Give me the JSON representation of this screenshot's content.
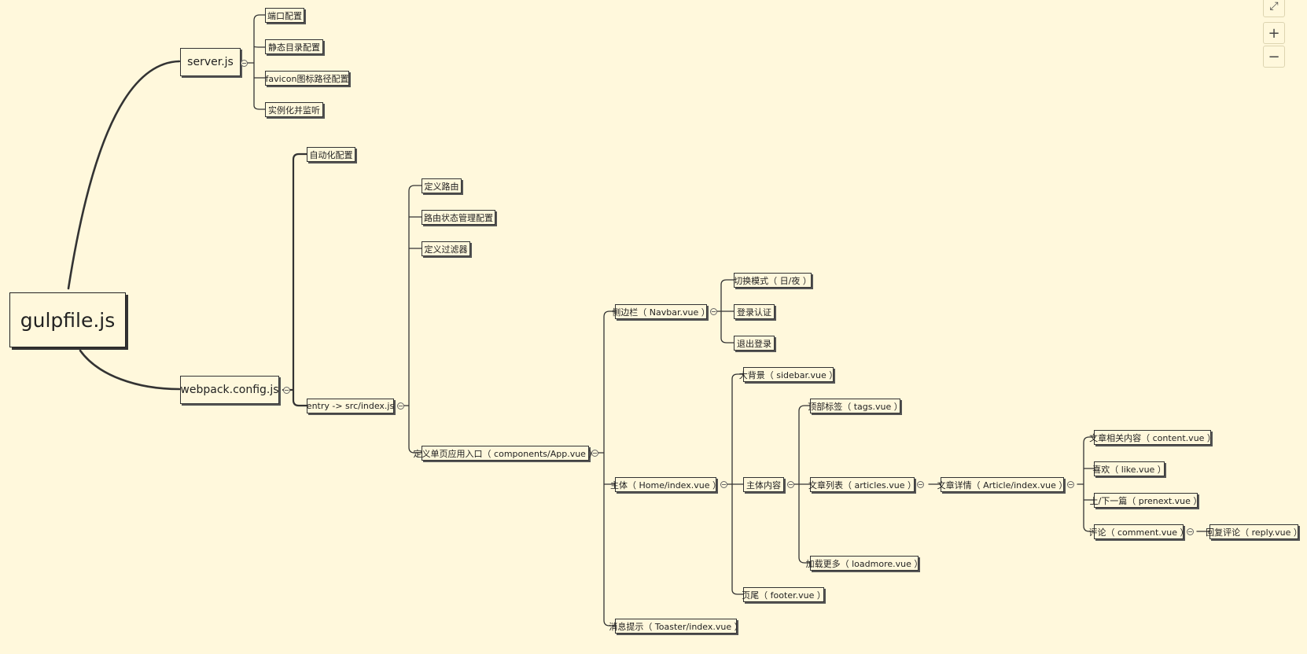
{
  "mindmap": {
    "root": "gulpfile.js",
    "server": {
      "label": "server.js",
      "children": [
        "端口配置",
        "静态目录配置",
        "favicon图标路径配置",
        "实例化并监听"
      ]
    },
    "webpack": {
      "label": "webpack.config.js",
      "auto": "自动化配置",
      "entry": {
        "label": "entry -> src/index.js",
        "route": "定义路由",
        "route_state": "路由状态管理配置",
        "filter": "定义过滤器",
        "app": {
          "label": "定义单页应用入口（ components/App.vue ）",
          "navbar": {
            "label": "侧边栏（ Navbar.vue ）",
            "children": [
              "切换模式（ 日/夜 ）",
              "登录认证",
              "退出登录"
            ]
          },
          "home": {
            "label": "主体（ Home/index.vue ）",
            "sidebar": "大背景（ sidebar.vue ）",
            "main": {
              "label": "主体内容",
              "tags": "顶部标签（ tags.vue ）",
              "articles": {
                "label": "文章列表（ articles.vue ）",
                "article": {
                  "label": "文章详情（ Article/index.vue ）",
                  "content": "文章相关内容（ content.vue ）",
                  "like": "喜欢（ like.vue ）",
                  "prenext": "上/下一篇（ prenext.vue ）",
                  "comment": "评论（ comment.vue ）",
                  "reply": "回复评论（ reply.vue ）"
                }
              },
              "loadmore": "加载更多（ loadmore.vue ）"
            },
            "footer": "页尾（ footer.vue ）"
          },
          "toaster": "消息提示（ Toaster/index.vue ）"
        }
      }
    }
  },
  "controls": {
    "fullscreen": "⤢",
    "zoom_in": "+",
    "zoom_out": "−"
  }
}
